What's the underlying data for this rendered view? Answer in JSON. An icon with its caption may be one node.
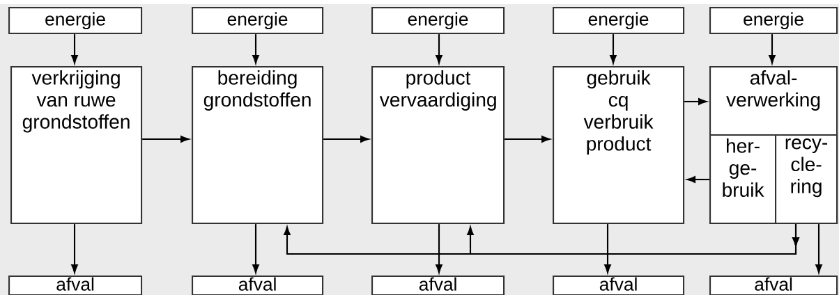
{
  "diagram": {
    "nodes": [
      {
        "text": [
          "energie"
        ]
      },
      {
        "text": [
          "energie"
        ]
      },
      {
        "text": [
          "energie"
        ]
      },
      {
        "text": [
          "energie"
        ]
      },
      {
        "text": [
          "energie"
        ]
      },
      {
        "text": [
          "verkrijging van ruwe grondstoffen"
        ]
      },
      {
        "text": [
          "bereiding grondstoffen"
        ]
      },
      {
        "text": [
          "product vervaardiging"
        ]
      },
      {
        "text": [
          "gebruik cq verbruik product"
        ]
      },
      {
        "text": [
          "afval- verwerking"
        ]
      },
      {
        "text": [
          "her- ge- bruik"
        ],
        "in": 9
      },
      {
        "text": [
          "recy- cle- ring"
        ],
        "in": 9
      },
      {
        "text": [
          "afval"
        ]
      },
      {
        "text": [
          "afval"
        ]
      },
      {
        "text": [
          "afval"
        ]
      },
      {
        "text": [
          "afval"
        ]
      },
      {
        "text": [
          "afval"
        ]
      }
    ],
    "edges": [
      {
        "from": 0,
        "to": 5,
        "arrow": "to"
      },
      {
        "from": 1,
        "to": 6,
        "arrow": "to"
      },
      {
        "from": 2,
        "to": 7,
        "arrow": "to"
      },
      {
        "from": 3,
        "to": 8,
        "arrow": "to"
      },
      {
        "from": 4,
        "to": 9,
        "arrow": "to"
      },
      {
        "from": 5,
        "to": 6,
        "arrow": "to"
      },
      {
        "from": 6,
        "to": 7,
        "arrow": "to"
      },
      {
        "from": 7,
        "to": 8,
        "arrow": "to"
      },
      {
        "from": 8,
        "to": 9,
        "arrow": "to"
      },
      {
        "from": 10,
        "to": 8,
        "arrow": "to"
      },
      {
        "from": 5,
        "to": 12,
        "arrow": "to"
      },
      {
        "from": 6,
        "to": 13,
        "arrow": "to"
      },
      {
        "from": 7,
        "to": 14,
        "arrow": "to"
      },
      {
        "from": 8,
        "to": 15,
        "arrow": "to"
      },
      {
        "from": 11,
        "to": 16,
        "arrow": "to"
      },
      {
        "from": 11,
        "to": 6,
        "arrow": "to"
      },
      {
        "from": 11,
        "to": 7,
        "arrow": "to"
      }
    ]
  }
}
